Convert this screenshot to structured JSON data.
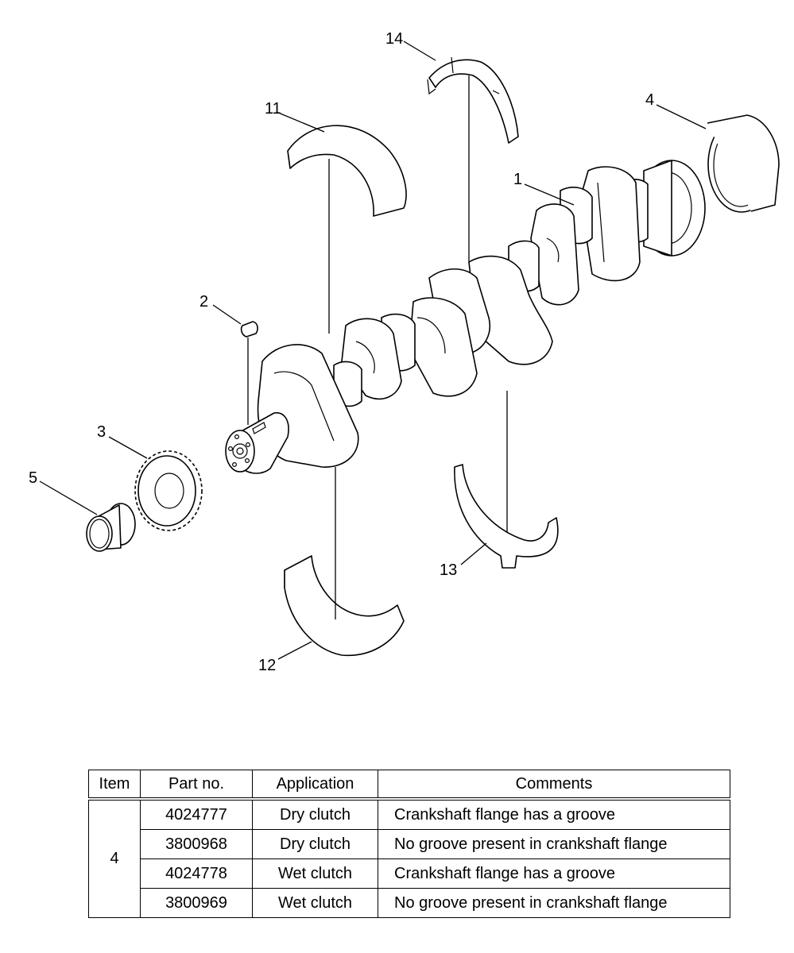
{
  "callouts": [
    {
      "id": "label-1",
      "text": "1"
    },
    {
      "id": "label-2",
      "text": "2"
    },
    {
      "id": "label-3",
      "text": "3"
    },
    {
      "id": "label-4",
      "text": "4"
    },
    {
      "id": "label-5",
      "text": "5"
    },
    {
      "id": "label-11",
      "text": "11"
    },
    {
      "id": "label-12",
      "text": "12"
    },
    {
      "id": "label-13",
      "text": "13"
    },
    {
      "id": "label-14",
      "text": "14"
    }
  ],
  "table": {
    "headers": {
      "item": "Item",
      "part_no": "Part no.",
      "application": "Application",
      "comments": "Comments"
    },
    "item": "4",
    "rows": [
      {
        "part_no": "4024777",
        "application": "Dry clutch",
        "comments": "Crankshaft flange has a groove"
      },
      {
        "part_no": "3800968",
        "application": "Dry clutch",
        "comments": "No groove present in crankshaft flange"
      },
      {
        "part_no": "4024778",
        "application": "Wet clutch",
        "comments": "Crankshaft flange has a groove"
      },
      {
        "part_no": "3800969",
        "application": "Wet clutch",
        "comments": "No groove present in crankshaft flange"
      }
    ]
  }
}
